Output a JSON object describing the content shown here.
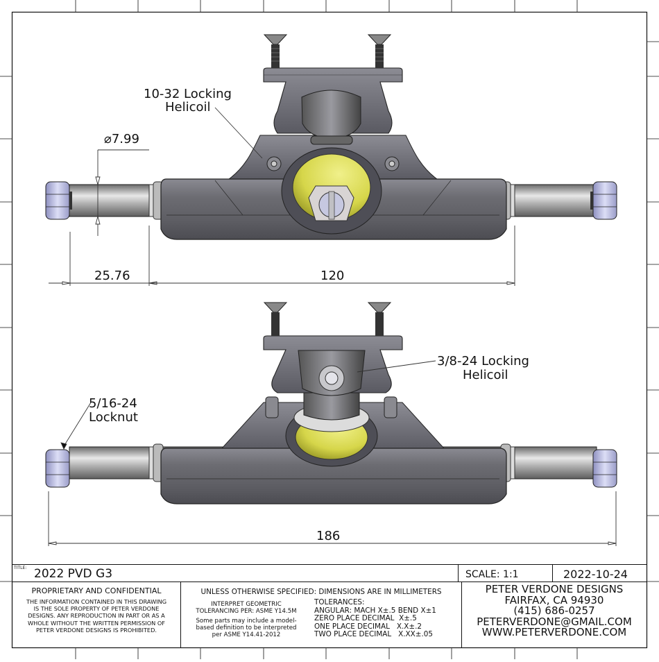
{
  "drawing": {
    "title_label": "TITLE:",
    "title": "2022 PVD G3",
    "scale": "SCALE: 1:1",
    "date": "2022-10-24",
    "proprietary": {
      "heading": "PROPRIETARY AND CONFIDENTIAL",
      "lines": [
        "THE INFORMATION CONTAINED IN THIS DRAWING",
        "IS THE SOLE PROPERTY OF PETER VERDONE",
        "DESIGNS.  ANY  REPRODUCTION IN PART OR AS A",
        "WHOLE WITHOUT THE WRITTEN PERMISSION OF",
        "PETER VERDONE DESIGNS IS PROHIBITED."
      ]
    },
    "specs": {
      "heading": "UNLESS OTHERWISE SPECIFIED: DIMENSIONS ARE IN MILLIMETERS",
      "gdt": [
        "INTERPRET GEOMETRIC",
        "TOLERANCING PER: ASME Y14.5M"
      ],
      "mbd": [
        "Some parts may include a model-",
        "based definition to be interpreted",
        "per ASME Y14.41-2012"
      ],
      "tolerances_heading": "TOLERANCES:",
      "tolerances": [
        {
          "label": "ANGULAR: MACH",
          "value": "X±.5   BEND X±1"
        },
        {
          "label": "ZERO PLACE DECIMAL",
          "value": "X±.5"
        },
        {
          "label": "ONE PLACE DECIMAL",
          "value": "X.X±.2"
        },
        {
          "label": "TWO PLACE DECIMAL",
          "value": "X.XX±.05"
        }
      ]
    },
    "company": {
      "name": "PETER VERDONE DESIGNS",
      "city": "FAIRFAX, CA 94930",
      "phone": "(415) 686-0257",
      "email": "PETERVERDONE@GMAIL.COM",
      "web": "WWW.PETERVERDONE.COM"
    }
  },
  "annotations": {
    "helicoil_top": [
      "10-32 Locking",
      "Helicoil"
    ],
    "helicoil_bottom": [
      "3/8-24 Locking",
      "Helicoil"
    ],
    "locknut": [
      "5/16-24",
      "Locknut"
    ],
    "diameter": "⌀7.99",
    "dim_axle_stub": "25.76",
    "dim_hanger": "120",
    "dim_overall": "186"
  },
  "colors": {
    "hanger": "#6e6e74",
    "bushing": "#d9d94a",
    "nut": "#b6b8dc",
    "axle": "#b8b8b8"
  }
}
